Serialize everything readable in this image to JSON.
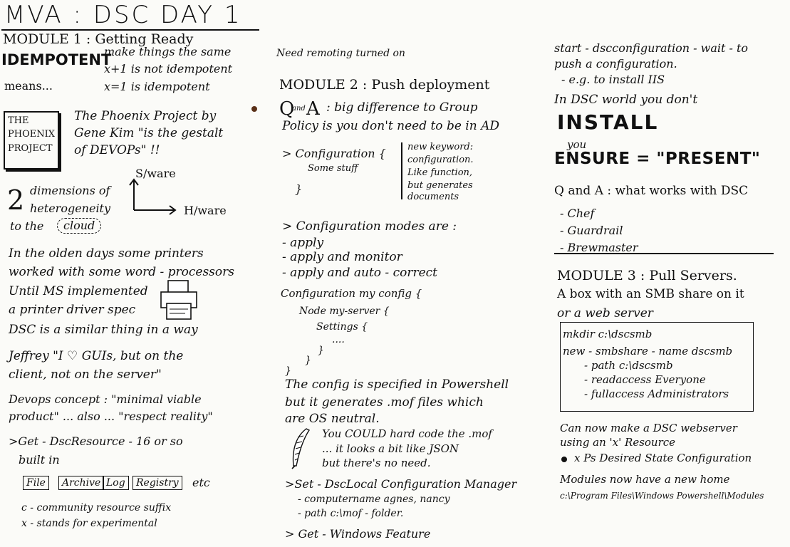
{
  "title": "MVA : DSC DAY 1",
  "col1": {
    "module1_heading": "MODULE 1 : Getting Ready",
    "idempotent_word": "IDEMPOTENT",
    "idem_lines": [
      "make things the same",
      "x+1 is not idempotent",
      "x=1 is idempotent"
    ],
    "means": "means...",
    "book_title": [
      "THE",
      "PHOENIX",
      "PROJECT"
    ],
    "book_lines": [
      "The Phoenix Project by",
      "Gene Kim \"is the gestalt",
      "of DEVOPs\" !!"
    ],
    "dims_number": "2",
    "dims_lines": [
      "dimensions of",
      "heterogeneity",
      "to the"
    ],
    "cloud_word": "cloud",
    "axis_y": "S/ware",
    "axis_x": "H/ware",
    "olden_lines": [
      "In the olden days some printers",
      "worked with some word - processors",
      "Until MS implemented",
      "a printer driver spec",
      "DSC is a similar thing in a way"
    ],
    "jeffrey_lines": [
      "Jeffrey \"I ♡ GUIs, but on the",
      "client, not on the server\""
    ],
    "devops_lines": [
      "Devops concept : \"minimal viable",
      "product\" ... also ... \"respect reality\""
    ],
    "getdsc_lines": [
      ">Get - DscResource - 16 or so",
      "built in"
    ],
    "resource_boxes": [
      "File",
      "Archive",
      "Log",
      "Registry"
    ],
    "etc": "etc",
    "prefix_lines": [
      "c - community resource suffix",
      "x - stands for experimental"
    ]
  },
  "col2": {
    "remoting": "Need remoting turned on",
    "module2_heading": "MODULE 2 : Push deployment",
    "qa_q": "Q",
    "qa_small": "and",
    "qa_a": "A",
    "qa_lines": [
      " : big difference to Group",
      "Policy is you don't need to be in AD"
    ],
    "config_code": [
      "> Configuration {",
      "Some stuff",
      "}"
    ],
    "keyword_note": [
      "new keyword:",
      "configuration.",
      "Like function,",
      "but generates",
      "documents"
    ],
    "modes_lines": [
      "> Configuration modes are :",
      "- apply",
      "- apply and monitor",
      "- apply and auto - correct"
    ],
    "config2_code": [
      "Configuration my config {",
      "Node my-server {",
      "Settings {",
      "....",
      "}",
      "}",
      "}"
    ],
    "powershell_lines": [
      "The config is specified in Powershell",
      "but it generates .mof files which",
      "are OS neutral."
    ],
    "could_lines": [
      "You COULD hard code the .mof",
      "... it looks a bit like JSON",
      "but there's no need."
    ],
    "setlcm_lines": [
      ">Set - DscLocal Configuration Manager",
      "- computername agnes, nancy",
      "- path   c:\\mof - folder."
    ],
    "getwf": "> Get - Windows Feature"
  },
  "col3": {
    "startdsc_lines": [
      "start - dscconfiguration - wait - to",
      "push a configuration.",
      "- e.g. to install IIS"
    ],
    "indsc": "In DSC world you don't",
    "install_word": "INSTALL",
    "you": "you",
    "ensure_word": "ENSURE = \"PRESENT\"",
    "qa2": "Q and A : what works with DSC",
    "tools": [
      "- Chef",
      "- Guardrail",
      "- Brewmaster"
    ],
    "module3_heading": "MODULE 3 : Pull Servers.",
    "smb_lines": [
      "A box with an SMB share on it",
      "or a web server"
    ],
    "code_lines": [
      "mkdir c:\\dscsmb",
      "new - smbshare - name dscsmb",
      "- path c:\\dscsmb",
      "- readaccess Everyone",
      "- fullaccess Administrators"
    ],
    "webserver_lines": [
      "Can now make a DSC webserver",
      "using an 'x' Resource"
    ],
    "bullet_line": "x Ps Desired State Configuration",
    "modules_lines": [
      "Modules now have a new home",
      "c:\\Program Files\\Windows Powershell\\Modules"
    ]
  }
}
